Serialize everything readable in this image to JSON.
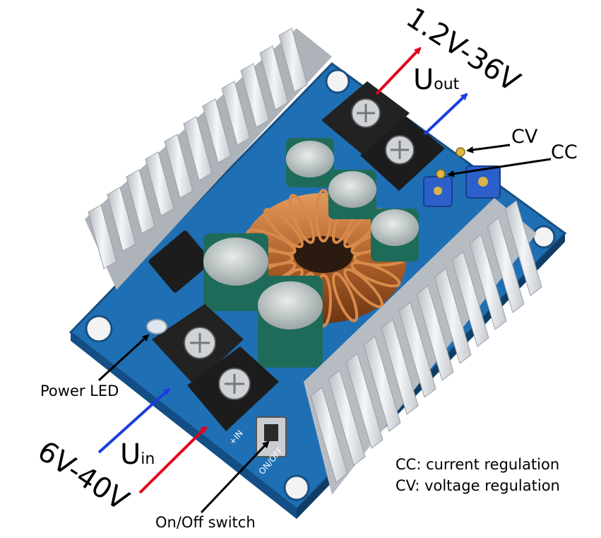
{
  "labels": {
    "vout_range": "1.2V-36V",
    "vin_range": "6V-40V",
    "uout_main": "U",
    "uout_sub": "out",
    "uin_main": "U",
    "uin_sub": "in",
    "cv": "CV",
    "cc": "CC",
    "power_led": "Power LED",
    "onoff_switch": "On/Off switch"
  },
  "board_markings": {
    "plus_in": "+IN",
    "onoff": "ON/OFF"
  },
  "legend": [
    "CC: current regulation",
    "CV: voltage regulation"
  ],
  "colors": {
    "positive_arrow": "#e3001b",
    "negative_arrow": "#1a3ee0",
    "pcb": "#1f6fb4",
    "heatsink": "#d9dde2",
    "terminal_block": "#1c1c1c",
    "capacitor": "#1f6b5a",
    "inductor_copper": "#b0622b",
    "potentiometer": "#2b5fc9"
  }
}
